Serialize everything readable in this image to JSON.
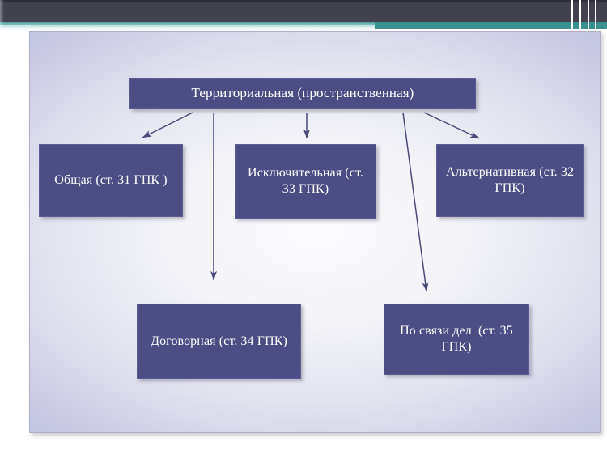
{
  "slide": {
    "header": {
      "dark_bar_color": "#42424f",
      "teal_bar_color": "#3a8f8f"
    },
    "panel": {
      "background_edge_color": "#c2c3de",
      "background_center_color": "#fbfbfd",
      "border_color": "#aeaec6"
    }
  },
  "diagram": {
    "type": "hierarchy",
    "box_fill_color": "#4d4d85",
    "box_text_color": "#ffffff",
    "connector_color": "#4a4a7a",
    "nodes": [
      {
        "id": "root",
        "label": "Территориальная (пространственная)",
        "level": 0
      },
      {
        "id": "common",
        "label": "Общая (ст. 31 ГПК )",
        "level": 1
      },
      {
        "id": "exclusive",
        "label": "Исключительная (ст.  33 ГПК)",
        "level": 1
      },
      {
        "id": "alternative",
        "label": "Альтернативная (ст. 32 ГПК)",
        "level": 1
      },
      {
        "id": "contractual",
        "label": "Договорная (ст. 34 ГПК)",
        "level": 2
      },
      {
        "id": "related",
        "label": "По связи дел  (ст. 35 ГПК)",
        "level": 2
      }
    ],
    "edges": [
      {
        "from": "root",
        "to": "common",
        "style": "diagonal-left-arrow"
      },
      {
        "from": "root",
        "to": "exclusive",
        "style": "vertical-arrow"
      },
      {
        "from": "root",
        "to": "alternative",
        "style": "diagonal-right-arrow"
      },
      {
        "from": "root",
        "to": "contractual",
        "style": "long-vertical-arrow"
      },
      {
        "from": "root",
        "to": "related",
        "style": "long-diagonal-arrow"
      }
    ]
  }
}
